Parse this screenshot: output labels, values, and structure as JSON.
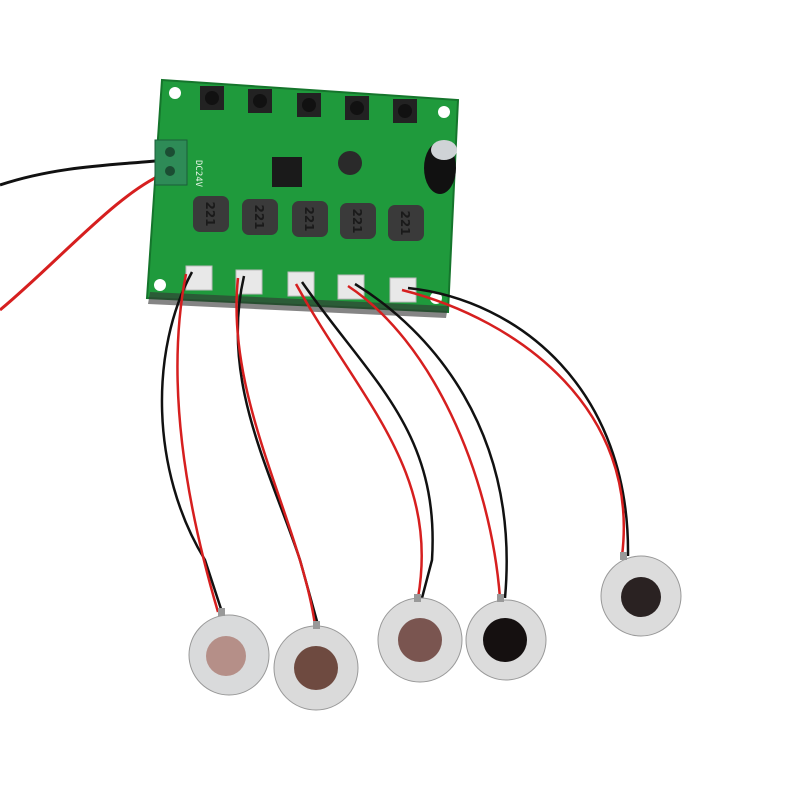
{
  "photo": {
    "subject": "pcb-driver-board-with-piezo-discs",
    "board": {
      "silkscreen_input_label": "DC24V",
      "inductor_labels": [
        "221",
        "221",
        "221",
        "221",
        "221"
      ],
      "button_count": 5,
      "color": "#1f9a3c"
    },
    "wire_colors": {
      "positive": "#d61f1f",
      "negative": "#111111"
    },
    "disc_count": 5
  }
}
